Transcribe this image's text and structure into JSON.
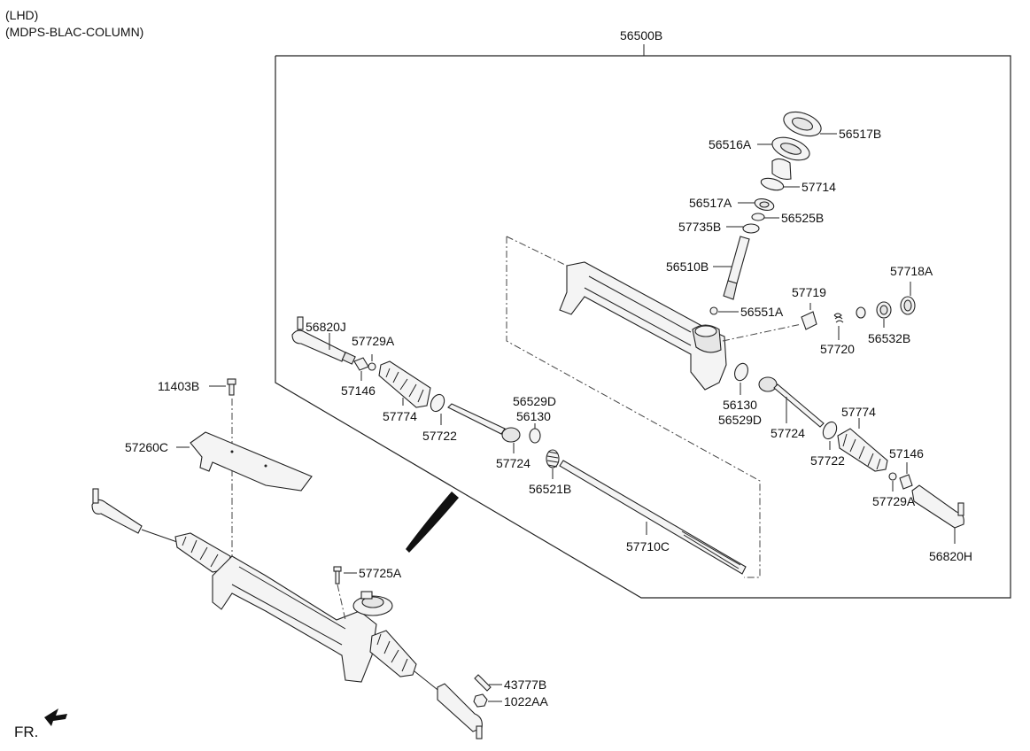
{
  "header": {
    "line1": "(LHD)",
    "line2": "(MDPS-BLAC-COLUMN)"
  },
  "assembly_label": "56500B",
  "front_marker": "FR.",
  "parts": {
    "p56517B": "56517B",
    "p56516A": "56516A",
    "p57714": "57714",
    "p56517A": "56517A",
    "p56525B": "56525B",
    "p57735B": "57735B",
    "p56510B": "56510B",
    "p57718A": "57718A",
    "p57719": "57719",
    "p56551A": "56551A",
    "p57720": "57720",
    "p56532B": "56532B",
    "p56820J": "56820J",
    "p57729A_l": "57729A",
    "p57146_l": "57146",
    "p57774_l": "57774",
    "p57722_l": "57722",
    "p56529D_l": "56529D",
    "p56130_l": "56130",
    "p57724_l": "57724",
    "p56521B": "56521B",
    "p56130_r": "56130",
    "p56529D_r": "56529D",
    "p57724_r": "57724",
    "p57774_r": "57774",
    "p57722_r": "57722",
    "p57146_r": "57146",
    "p57729A_r": "57729A",
    "p56820H": "56820H",
    "p57710C": "57710C",
    "p11403B": "11403B",
    "p57260C": "57260C",
    "p57725A": "57725A",
    "p43777B": "43777B",
    "p1022AA": "1022AA"
  }
}
